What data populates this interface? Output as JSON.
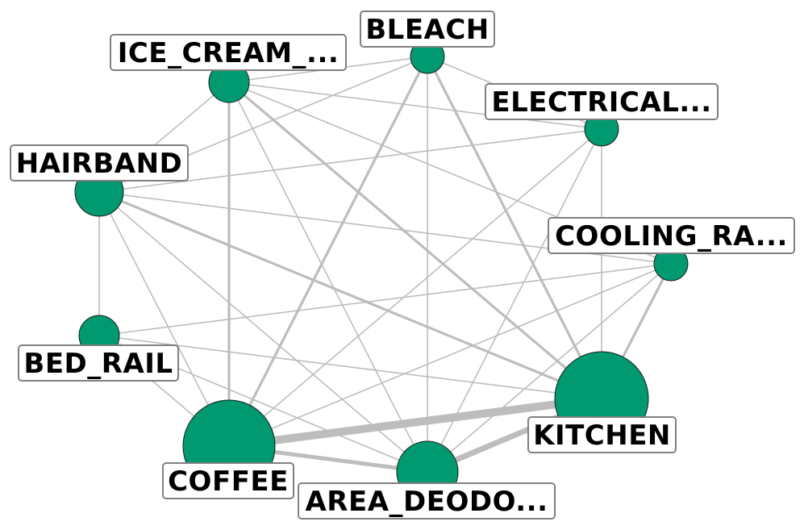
{
  "colors": {
    "node": "#009970",
    "edge": "#bdbdbd",
    "label_border": "#808080"
  },
  "nodes": [
    {
      "id": "bleach",
      "label": "BLEACH"
    },
    {
      "id": "ice_cream",
      "label": "ICE_CREAM_..."
    },
    {
      "id": "electrical",
      "label": "ELECTRICAL..."
    },
    {
      "id": "hairband",
      "label": "HAIRBAND"
    },
    {
      "id": "cooling",
      "label": "COOLING_RA..."
    },
    {
      "id": "bed_rail",
      "label": "BED_RAIL"
    },
    {
      "id": "kitchen",
      "label": "KITCHEN"
    },
    {
      "id": "coffee",
      "label": "COFFEE"
    },
    {
      "id": "area_deodo",
      "label": "AREA_DEODO..."
    }
  ],
  "edges": [
    {
      "source": "coffee",
      "target": "kitchen",
      "weight": 5
    },
    {
      "source": "kitchen",
      "target": "area_deodo",
      "weight": 4
    },
    {
      "source": "coffee",
      "target": "area_deodo",
      "weight": 3
    },
    {
      "source": "ice_cream",
      "target": "kitchen",
      "weight": 2
    },
    {
      "source": "hairband",
      "target": "kitchen",
      "weight": 2
    },
    {
      "source": "bleach",
      "target": "coffee",
      "weight": 2
    },
    {
      "source": "bleach",
      "target": "kitchen",
      "weight": 2
    },
    {
      "source": "ice_cream",
      "target": "coffee",
      "weight": 2
    },
    {
      "source": "cooling",
      "target": "kitchen",
      "weight": 2
    },
    {
      "source": "ice_cream",
      "target": "bleach",
      "weight": 1
    },
    {
      "source": "ice_cream",
      "target": "electrical",
      "weight": 1
    },
    {
      "source": "ice_cream",
      "target": "hairband",
      "weight": 1
    },
    {
      "source": "ice_cream",
      "target": "area_deodo",
      "weight": 1
    },
    {
      "source": "ice_cream",
      "target": "cooling",
      "weight": 1
    },
    {
      "source": "bleach",
      "target": "electrical",
      "weight": 1
    },
    {
      "source": "bleach",
      "target": "hairband",
      "weight": 1
    },
    {
      "source": "bleach",
      "target": "area_deodo",
      "weight": 1
    },
    {
      "source": "electrical",
      "target": "hairband",
      "weight": 1
    },
    {
      "source": "electrical",
      "target": "kitchen",
      "weight": 1
    },
    {
      "source": "electrical",
      "target": "coffee",
      "weight": 1
    },
    {
      "source": "electrical",
      "target": "area_deodo",
      "weight": 1
    },
    {
      "source": "hairband",
      "target": "bed_rail",
      "weight": 1
    },
    {
      "source": "hairband",
      "target": "coffee",
      "weight": 1
    },
    {
      "source": "hairband",
      "target": "area_deodo",
      "weight": 1
    },
    {
      "source": "hairband",
      "target": "cooling",
      "weight": 1
    },
    {
      "source": "cooling",
      "target": "bed_rail",
      "weight": 1
    },
    {
      "source": "cooling",
      "target": "coffee",
      "weight": 1
    },
    {
      "source": "cooling",
      "target": "area_deodo",
      "weight": 1
    },
    {
      "source": "bed_rail",
      "target": "kitchen",
      "weight": 1
    },
    {
      "source": "bed_rail",
      "target": "coffee",
      "weight": 1
    },
    {
      "source": "bed_rail",
      "target": "area_deodo",
      "weight": 1
    }
  ]
}
